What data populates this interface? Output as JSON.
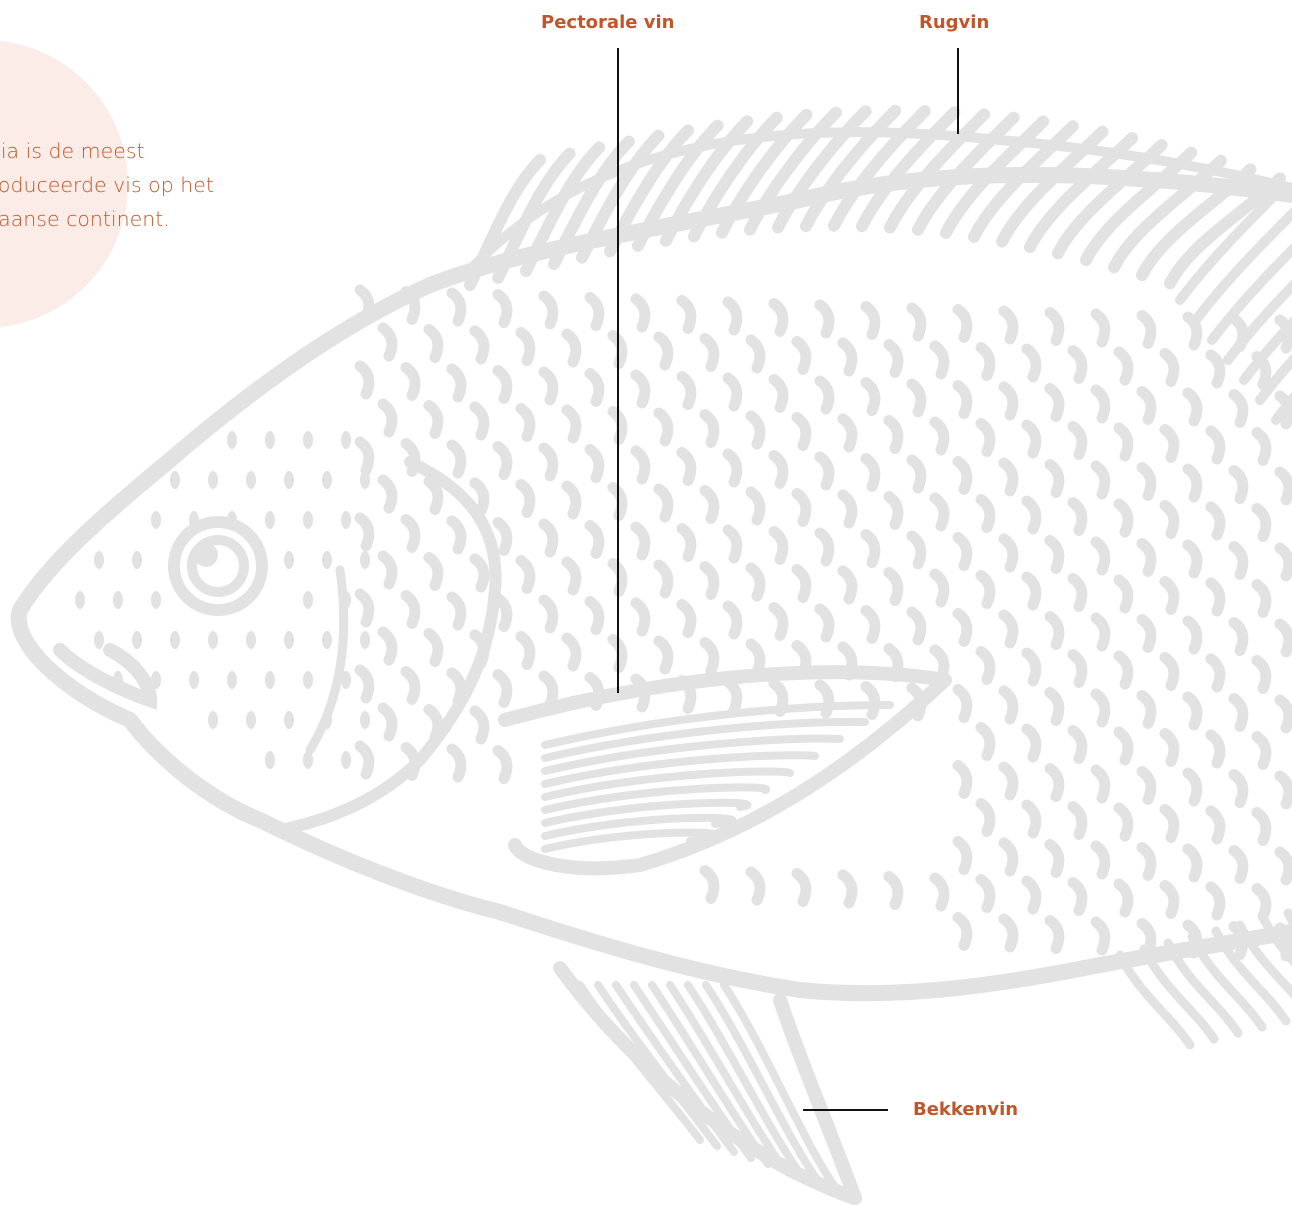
{
  "colors": {
    "accent": "#c0562a",
    "circle": "#fbece7",
    "illustration": "#e2e2e2",
    "leader_line": "#111111"
  },
  "intro": {
    "lines": [
      "Tilapia is de meest",
      "geproduceerde vis op het",
      "Afrikaanse continent."
    ]
  },
  "labels": {
    "pectoral_fin": "Pectorale vin",
    "dorsal_fin": "Rugvin",
    "pelvic_fin": "Bekkenvin"
  }
}
